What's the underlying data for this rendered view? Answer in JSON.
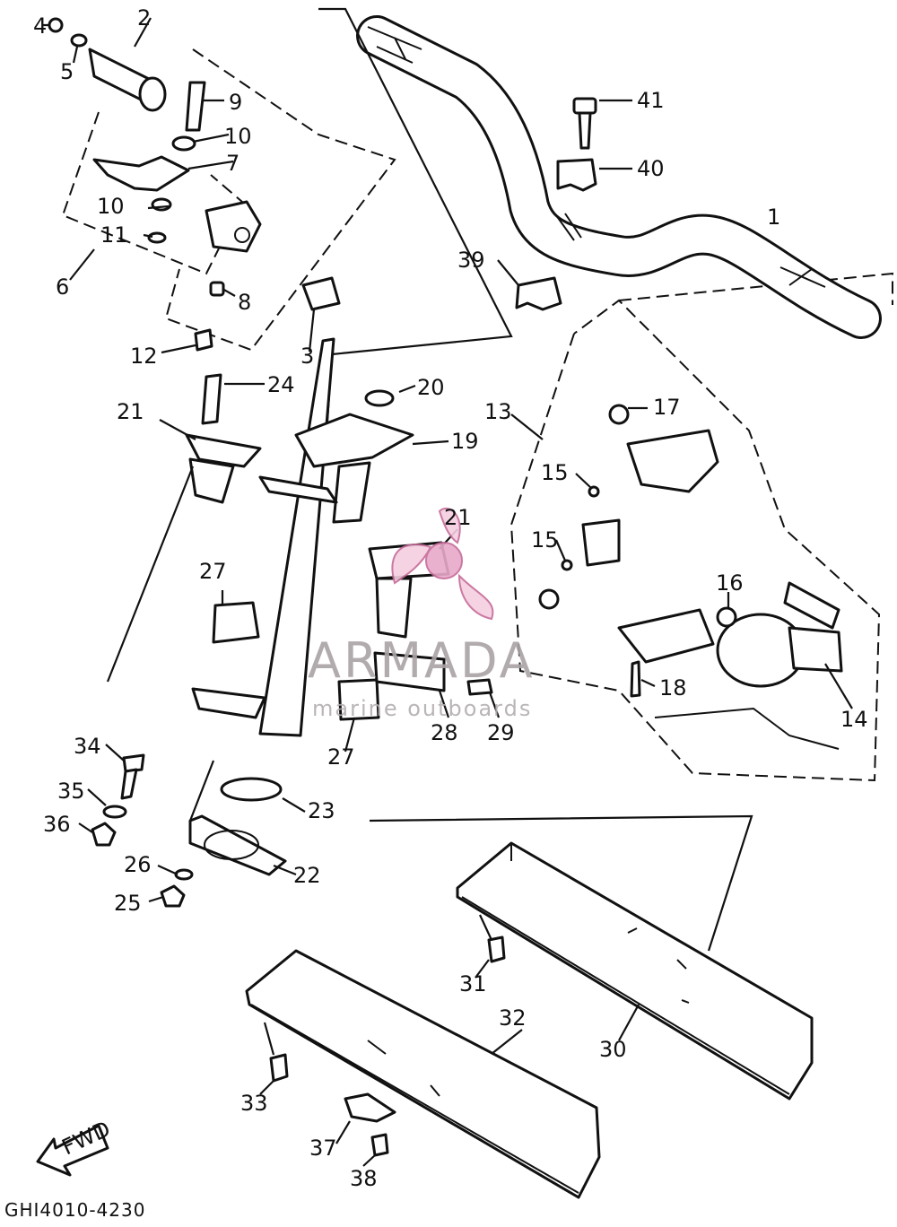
{
  "diagram_code": "GHI4010-4230",
  "fwd_label": "FWD",
  "watermark": {
    "brand": "ARMADA",
    "tagline": "marine outboards"
  },
  "callouts": [
    {
      "id": "c2",
      "label": "2"
    },
    {
      "id": "c4",
      "label": "4"
    },
    {
      "id": "c5",
      "label": "5"
    },
    {
      "id": "c9",
      "label": "9"
    },
    {
      "id": "c10a",
      "label": "10"
    },
    {
      "id": "c7",
      "label": "7"
    },
    {
      "id": "c10b",
      "label": "10"
    },
    {
      "id": "c11",
      "label": "11"
    },
    {
      "id": "c6",
      "label": "6"
    },
    {
      "id": "c8",
      "label": "8"
    },
    {
      "id": "c3",
      "label": "3"
    },
    {
      "id": "c12",
      "label": "12"
    },
    {
      "id": "c41",
      "label": "41"
    },
    {
      "id": "c40",
      "label": "40"
    },
    {
      "id": "c1",
      "label": "1"
    },
    {
      "id": "c39",
      "label": "39"
    },
    {
      "id": "c24",
      "label": "24"
    },
    {
      "id": "c20",
      "label": "20"
    },
    {
      "id": "c21a",
      "label": "21"
    },
    {
      "id": "c19",
      "label": "19"
    },
    {
      "id": "c13",
      "label": "13"
    },
    {
      "id": "c17",
      "label": "17"
    },
    {
      "id": "c15a",
      "label": "15"
    },
    {
      "id": "c21b",
      "label": "21"
    },
    {
      "id": "c15b",
      "label": "15"
    },
    {
      "id": "c27a",
      "label": "27"
    },
    {
      "id": "c16",
      "label": "16"
    },
    {
      "id": "c18",
      "label": "18"
    },
    {
      "id": "c14",
      "label": "14"
    },
    {
      "id": "c28",
      "label": "28"
    },
    {
      "id": "c29",
      "label": "29"
    },
    {
      "id": "c27b",
      "label": "27"
    },
    {
      "id": "c34",
      "label": "34"
    },
    {
      "id": "c35",
      "label": "35"
    },
    {
      "id": "c36",
      "label": "36"
    },
    {
      "id": "c23",
      "label": "23"
    },
    {
      "id": "c26",
      "label": "26"
    },
    {
      "id": "c22",
      "label": "22"
    },
    {
      "id": "c25",
      "label": "25"
    },
    {
      "id": "c31",
      "label": "31"
    },
    {
      "id": "c32",
      "label": "32"
    },
    {
      "id": "c30",
      "label": "30"
    },
    {
      "id": "c33",
      "label": "33"
    },
    {
      "id": "c37",
      "label": "37"
    },
    {
      "id": "c38",
      "label": "38"
    }
  ]
}
